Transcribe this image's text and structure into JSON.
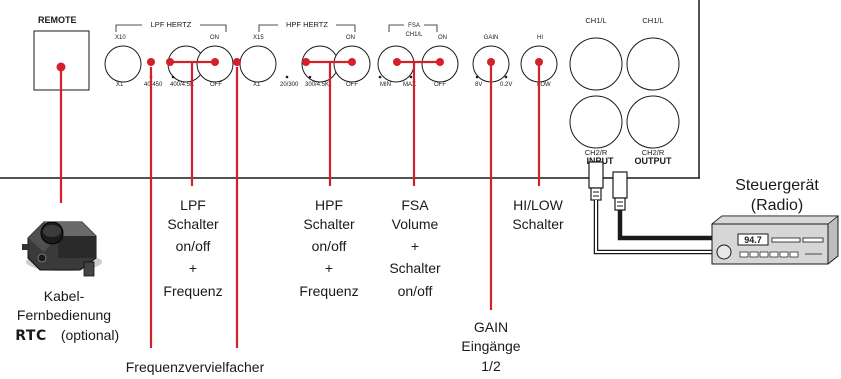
{
  "panel": {
    "remote_label": "REMOTE",
    "lpf_group": "LPF HERTZ",
    "lpf_x10": "X10",
    "lpf_x1": "X1",
    "lpf_f1": "40/450",
    "lpf_f2": "400/4.5K",
    "lpf_on": "ON",
    "lpf_off": "OFF",
    "hpf_group": "HPF HERTZ",
    "hpf_x15": "X15",
    "hpf_x1": "X1",
    "hpf_f1": "20/300",
    "hpf_f2": "300/4.5K",
    "hpf_on": "ON",
    "hpf_off": "OFF",
    "fsa_group_1": "FSA",
    "fsa_group_2": "CH1/L",
    "fsa_on": "ON",
    "fsa_min": "MIN",
    "fsa_max": "MAX",
    "fsa_off": "OFF",
    "gain_label": "GAIN",
    "gain_8v": "8V",
    "gain_02v": "0.2V",
    "hi_label": "HI",
    "low_label": "LOW",
    "ch1l_a": "CH1/L",
    "ch1l_b": "CH1/L",
    "ch2r_a": "CH2/R",
    "ch2r_b": "CH2/R",
    "input_label": "INPUT",
    "output_label": "OUTPUT"
  },
  "callouts": {
    "lpf": [
      "LPF",
      "Schalter",
      "on/off",
      "+",
      "Frequenz"
    ],
    "hpf": [
      "HPF",
      "Schalter",
      "on/off",
      "+",
      "Frequenz"
    ],
    "fsa": [
      "FSA",
      "Volume",
      "+",
      "Schalter",
      "on/off"
    ],
    "hilow": [
      "HI/LOW",
      "Schalter"
    ],
    "gain": [
      "GAIN",
      "Eingänge",
      "1/2"
    ],
    "remote": [
      "Kabel-",
      "Fernbedienung"
    ],
    "rtc_logo": "RTC",
    "rtc_optional": "(optional)",
    "multiplier": "Frequenzvervielfacher"
  },
  "radio": {
    "title_1": "Steuergerät",
    "title_2": "(Radio)",
    "display": "94.7"
  },
  "colors": {
    "callout_line": "#d4202a",
    "ink": "#1a1a1a"
  }
}
